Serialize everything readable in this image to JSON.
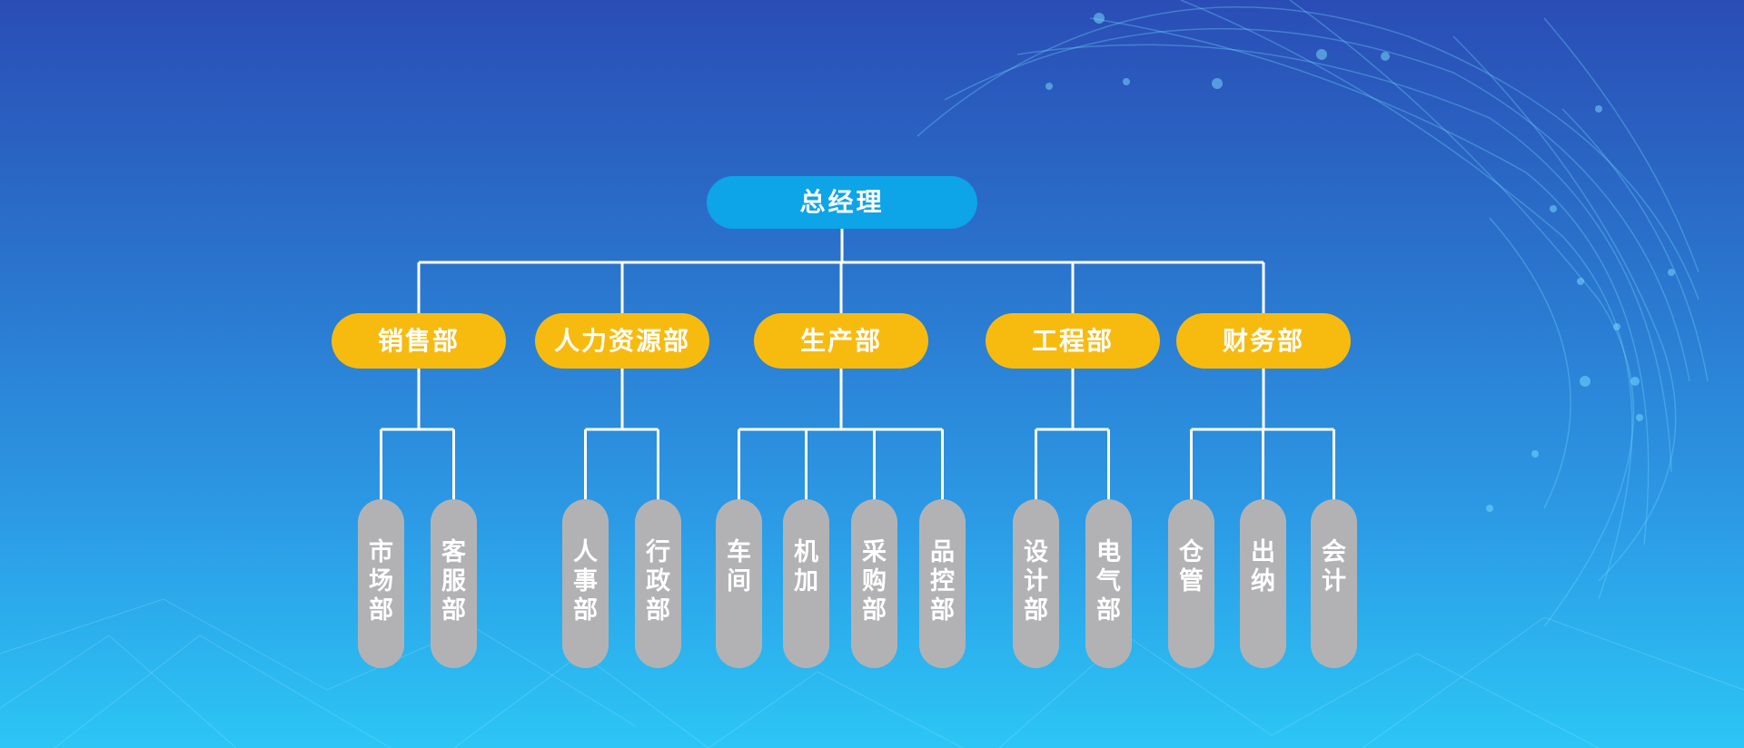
{
  "colors": {
    "ceo_fill": "#0ea4e8",
    "department_fill": "#f7bb10",
    "sub_department_fill": "#b2b2b5",
    "connector": "#ffffff",
    "text": "#ffffff"
  },
  "org_chart": {
    "root": {
      "label": "总经理"
    },
    "departments": [
      {
        "label": "销售部",
        "children": [
          "市场部",
          "客服部"
        ]
      },
      {
        "label": "人力资源部",
        "children": [
          "人事部",
          "行政部"
        ]
      },
      {
        "label": "生产部",
        "children": [
          "车间",
          "机加",
          "采购部",
          "品控部"
        ]
      },
      {
        "label": "工程部",
        "children": [
          "设计部",
          "电气部"
        ]
      },
      {
        "label": "财务部",
        "children": [
          "仓管",
          "出纳",
          "会计"
        ]
      }
    ]
  }
}
